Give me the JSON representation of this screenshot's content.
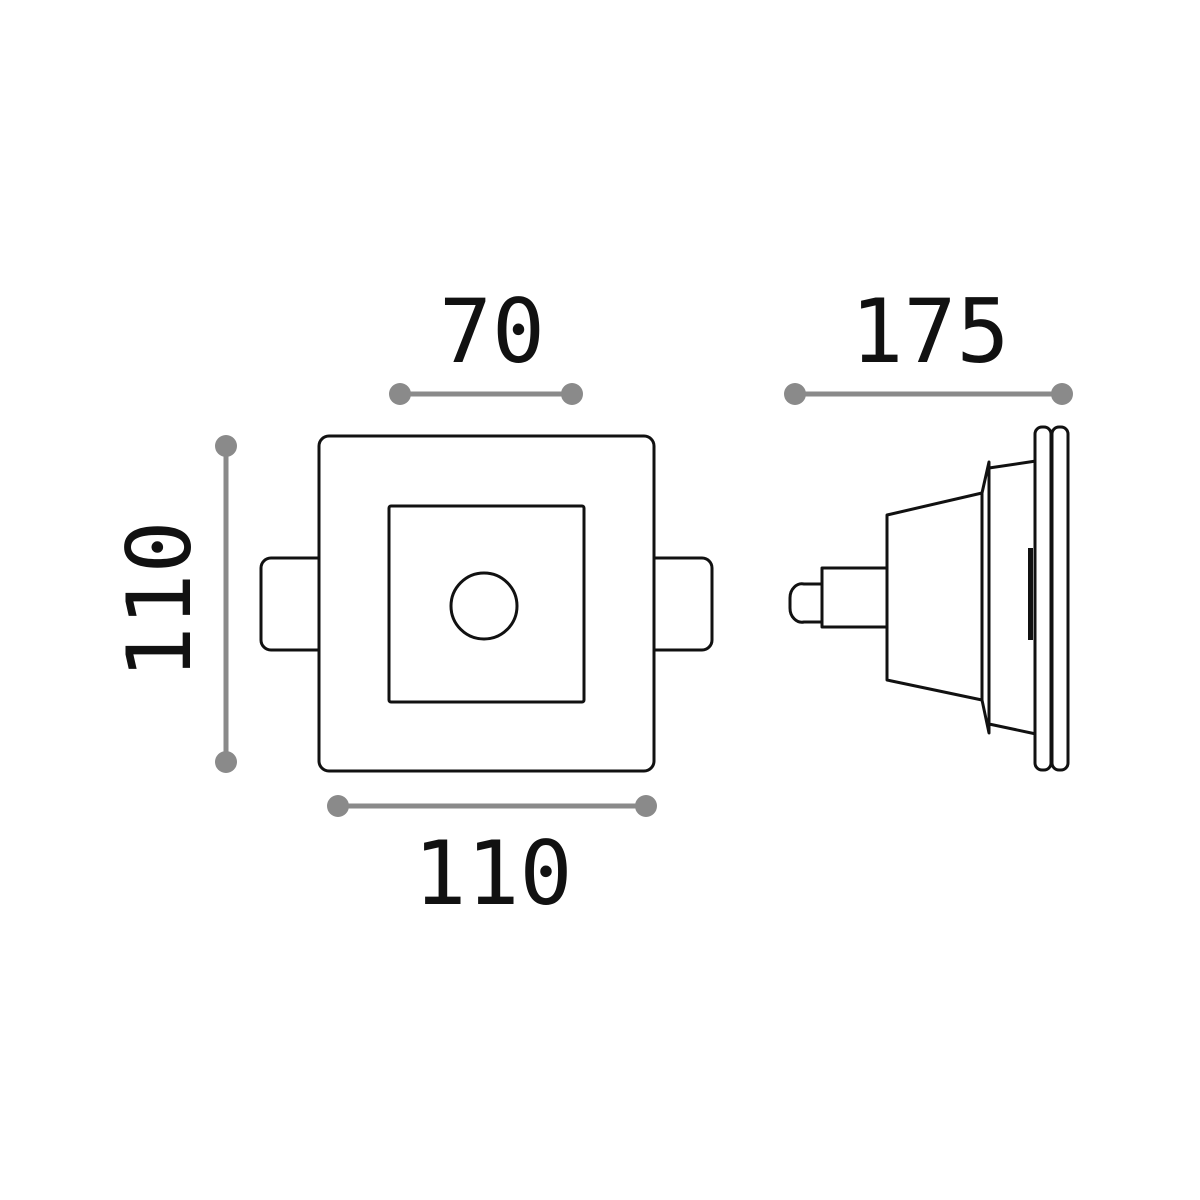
{
  "dimensions": {
    "front_width_inner": "70",
    "front_width_outer": "110",
    "front_height": "110",
    "side_depth": "175"
  },
  "colors": {
    "line": "#111111",
    "dimension": "#8a8a8a"
  }
}
